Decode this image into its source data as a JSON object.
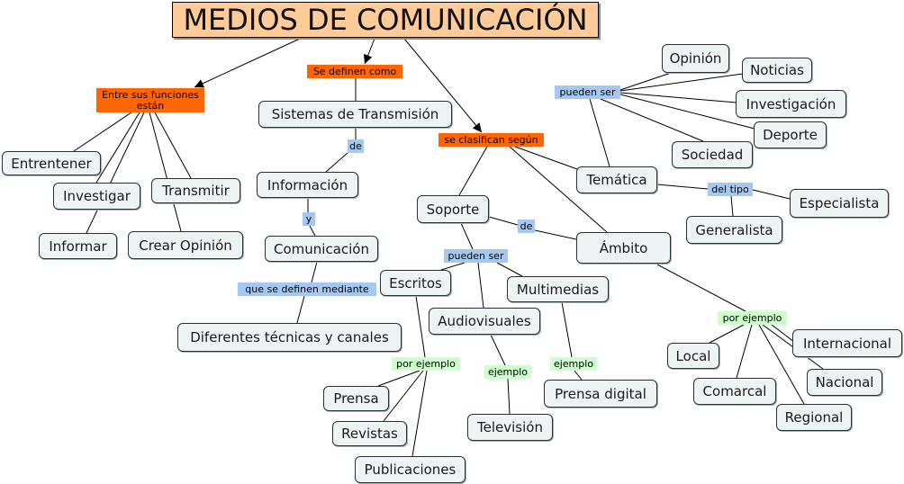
{
  "title": "MEDIOS DE COMUNICACIÓN",
  "colors": {
    "title_fill": "#FFCC99",
    "link_orange": "#FF6600",
    "link_blue": "#A4C8F0",
    "link_green": "#CCFFCC",
    "concept_fill": "#EEF3F3",
    "concept_border": "#263238",
    "line": "#000000"
  },
  "funciones": {
    "link": "Entre sus funciones están",
    "items": [
      "Entrentener",
      "Investigar",
      "Transmitir",
      "Informar",
      "Crear Opinión"
    ]
  },
  "definicion": {
    "link": "Se definen como",
    "sistemas": "Sistemas de Transmisión",
    "link_de": "de",
    "informacion": "Información",
    "link_y": "y",
    "comunicacion": "Comunicación",
    "link_mediante": "que se definen mediante",
    "tecnicas": "Diferentes técnicas y canales"
  },
  "clasificacion": {
    "link": "se clasifican según",
    "soporte": {
      "label": "Soporte",
      "link_de": "de",
      "link_pueden_ser": "pueden ser",
      "tipos": [
        {
          "label": "Escritos",
          "link": "por ejemplo",
          "ejemplos": [
            "Prensa",
            "Revistas",
            "Publicaciones"
          ]
        },
        {
          "label": "Audiovisuales",
          "link": "ejemplo",
          "ejemplos": [
            "Televisión"
          ]
        },
        {
          "label": "Multimedias",
          "link": "ejemplo",
          "ejemplos": [
            "Prensa digital"
          ]
        }
      ]
    },
    "tematica": {
      "label": "Temática",
      "link_pueden_ser": "pueden ser",
      "temas": [
        "Opinión",
        "Noticias",
        "Investigación",
        "Deporte",
        "Sociedad"
      ],
      "link_del_tipo": "del tipo",
      "tipos": [
        "Especialista",
        "Generalista"
      ]
    },
    "ambito": {
      "label": "Ámbito",
      "link": "por ejemplo",
      "ejemplos": [
        "Local",
        "Comarcal",
        "Regional",
        "Nacional",
        "Internacional"
      ]
    }
  }
}
